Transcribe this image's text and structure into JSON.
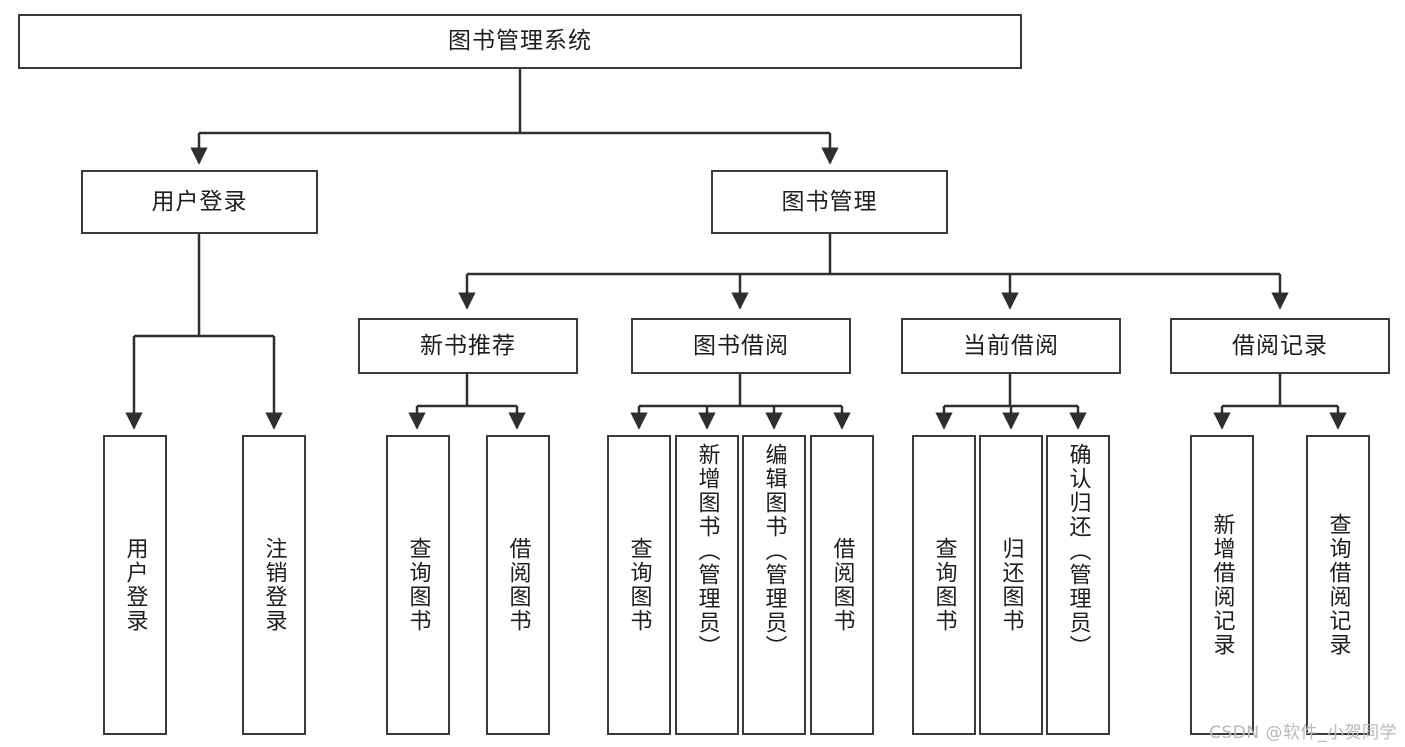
{
  "diagram": {
    "title": "图书管理系统",
    "type": "tree",
    "watermark": "CSDN @软件_小贺同学",
    "colors": {
      "box_border": "#3a3a3a",
      "box_fill": "#ffffff",
      "connector": "#2f2f2f",
      "text": "#1d1d1d",
      "watermark": "#b9b9b9"
    },
    "levels": {
      "root": "图书管理系统",
      "level2": [
        "用户登录",
        "图书管理"
      ],
      "level3": [
        "新书推荐",
        "图书借阅",
        "当前借阅",
        "借阅记录"
      ]
    },
    "nodes": {
      "root": {
        "label": "图书管理系统"
      },
      "user_login": {
        "label": "用户登录"
      },
      "book_manage": {
        "label": "图书管理"
      },
      "new_book_rec": {
        "label": "新书推荐"
      },
      "book_borrow": {
        "label": "图书借阅"
      },
      "current_borrow": {
        "label": "当前借阅"
      },
      "borrow_record": {
        "label": "借阅记录"
      },
      "leaf_user_login": {
        "label": "用户登录"
      },
      "leaf_logout": {
        "label": "注销登录"
      },
      "leaf_query_book_1": {
        "label": "查询图书"
      },
      "leaf_borrow_book_1": {
        "label": "借阅图书"
      },
      "leaf_query_book_2": {
        "label": "查询图书"
      },
      "leaf_add_book": {
        "label": "新增图书（管理员）"
      },
      "leaf_edit_book": {
        "label": "编辑图书（管理员）"
      },
      "leaf_borrow_book_2": {
        "label": "借阅图书"
      },
      "leaf_query_book_3": {
        "label": "查询图书"
      },
      "leaf_return_book": {
        "label": "归还图书"
      },
      "leaf_confirm_return": {
        "label": "确认归还（管理员）"
      },
      "leaf_add_record": {
        "label": "新增借阅记录"
      },
      "leaf_query_record": {
        "label": "查询借阅记录"
      }
    },
    "edges": [
      {
        "from": "图书管理系统",
        "to": "用户登录"
      },
      {
        "from": "图书管理系统",
        "to": "图书管理"
      },
      {
        "from": "用户登录",
        "to": "用户登录"
      },
      {
        "from": "用户登录",
        "to": "注销登录"
      },
      {
        "from": "图书管理",
        "to": "新书推荐"
      },
      {
        "from": "图书管理",
        "to": "图书借阅"
      },
      {
        "from": "图书管理",
        "to": "当前借阅"
      },
      {
        "from": "图书管理",
        "to": "借阅记录"
      },
      {
        "from": "新书推荐",
        "to": "查询图书"
      },
      {
        "from": "新书推荐",
        "to": "借阅图书"
      },
      {
        "from": "图书借阅",
        "to": "查询图书"
      },
      {
        "from": "图书借阅",
        "to": "新增图书（管理员）"
      },
      {
        "from": "图书借阅",
        "to": "编辑图书（管理员）"
      },
      {
        "from": "图书借阅",
        "to": "借阅图书"
      },
      {
        "from": "当前借阅",
        "to": "查询图书"
      },
      {
        "from": "当前借阅",
        "to": "归还图书"
      },
      {
        "from": "当前借阅",
        "to": "确认归还（管理员）"
      },
      {
        "from": "借阅记录",
        "to": "新增借阅记录"
      },
      {
        "from": "借阅记录",
        "to": "查询借阅记录"
      }
    ]
  }
}
